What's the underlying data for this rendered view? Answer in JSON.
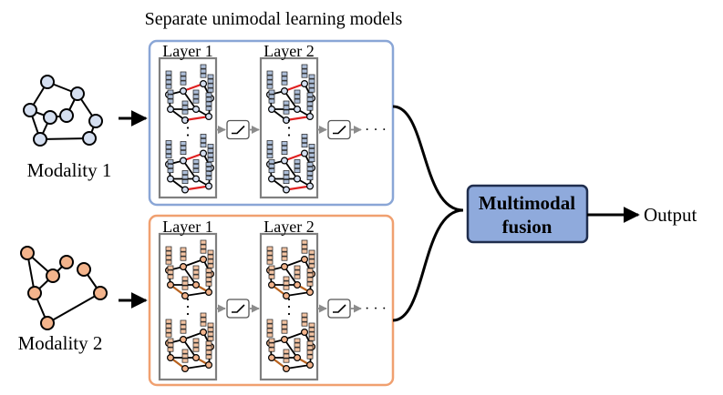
{
  "title": "Separate unimodal learning models",
  "modalities": [
    {
      "label": "Modality 1",
      "node_color": "#d5dff0",
      "box_border": "#8aa6d6",
      "bar_color": "#aebfd9",
      "edge_accent": "#e02020"
    },
    {
      "label": "Modality 2",
      "node_color": "#f3b48c",
      "box_border": "#f0a070",
      "bar_color": "#f3c4a3",
      "edge_accent": "#b8621e"
    }
  ],
  "layers": [
    "Layer 1",
    "Layer 2"
  ],
  "ellipsis": "· · ·",
  "fusion": {
    "line1": "Multimodal",
    "line2": "fusion",
    "fill": "#8faadc",
    "border": "#1f2d4d"
  },
  "output": "Output",
  "colors": {
    "layer_frame": "#7f7f7f",
    "activation_border": "#555555",
    "gray_arrow": "#8c8c8c"
  }
}
